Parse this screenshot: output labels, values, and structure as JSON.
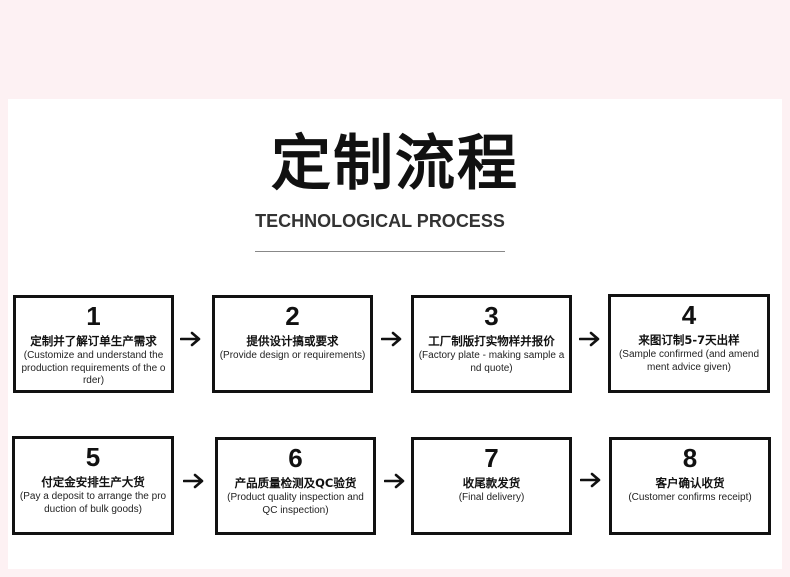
{
  "title": "定制流程",
  "subtitle": "TECHNOLOGICAL PROCESS",
  "steps": [
    {
      "number": "1",
      "title": "定制并了解订单生产需求",
      "desc": "(Customize and understand the production requirements of the order)"
    },
    {
      "number": "2",
      "title": "提供设计搞或要求",
      "desc": "(Provide design or requirements)"
    },
    {
      "number": "3",
      "title": "工厂制版打实物样并报价",
      "desc": "(Factory plate - making sample and quote)"
    },
    {
      "number": "4",
      "title": "来图订制5-7天出样",
      "desc": "(Sample confirmed (and amendment advice given)"
    },
    {
      "number": "5",
      "title": "付定金安排生产大货",
      "desc": "(Pay a deposit to arrange the production of bulk goods)"
    },
    {
      "number": "6",
      "title": "产品质量检测及QC验货",
      "desc": "(Product quality inspection and QC inspection)"
    },
    {
      "number": "7",
      "title": "收尾款发货",
      "desc": "(Final delivery)"
    },
    {
      "number": "8",
      "title": "客户确认收货",
      "desc": "(Customer confirms receipt)"
    }
  ]
}
